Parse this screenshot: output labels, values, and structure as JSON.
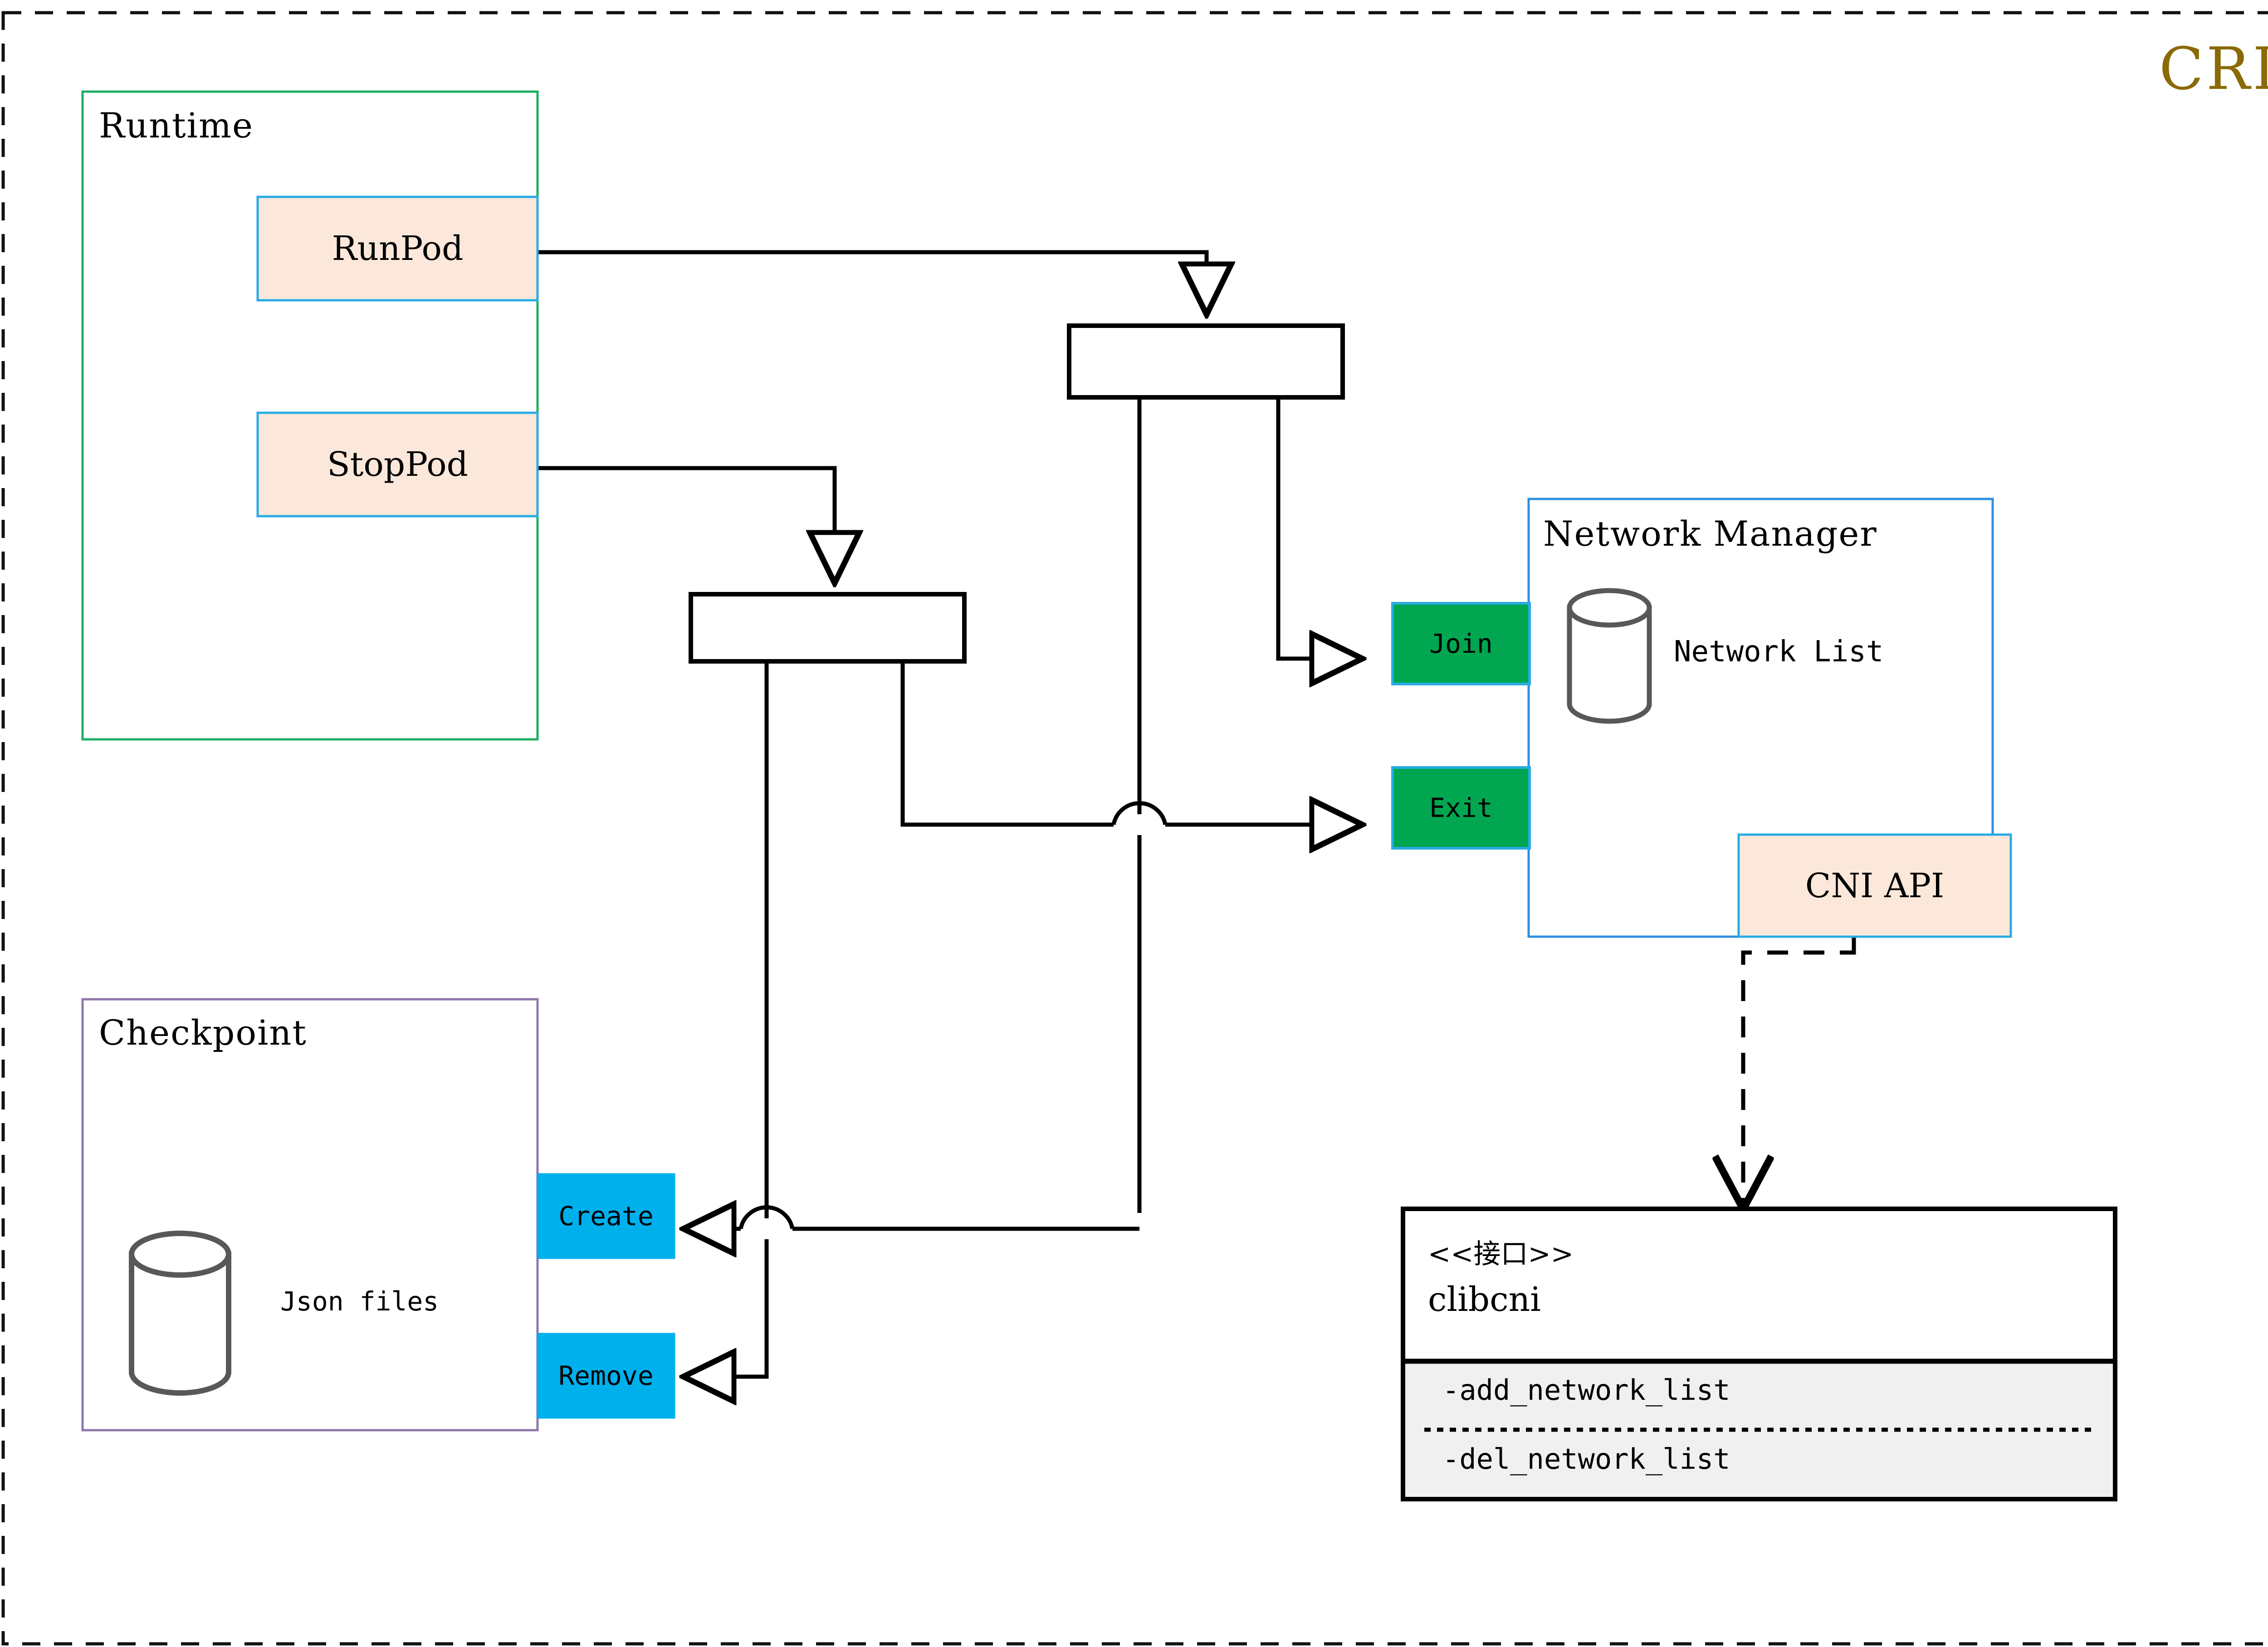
{
  "diagram": {
    "title": "CRI",
    "title_color": "#8a6a07",
    "page_border": "dashed"
  },
  "groups": [
    {
      "id": "runtime",
      "label": "Runtime",
      "border_color": "#1eae63",
      "fill": "#ffffff"
    },
    {
      "id": "checkpoint",
      "label": "Checkpoint",
      "border_color": "#8d76ab",
      "fill": "#ffffff",
      "store_label": "Json files"
    },
    {
      "id": "network-manager",
      "label": "Network Manager",
      "border_color": "#2e8fe0",
      "fill": "#ffffff",
      "store_label": "Network List"
    }
  ],
  "nodes": [
    {
      "id": "runpod",
      "label": "RunPod",
      "fill": "#fce8da",
      "border": "#29abe2",
      "text_color": "#000000"
    },
    {
      "id": "stoppod",
      "label": "StopPod",
      "fill": "#fce8da",
      "border": "#29abe2",
      "text_color": "#000000"
    },
    {
      "id": "join",
      "label": "Join",
      "fill": "#00a650",
      "border": "#29abe2",
      "text_color": "#000000"
    },
    {
      "id": "exit",
      "label": "Exit",
      "fill": "#00a650",
      "border": "#29abe2",
      "text_color": "#000000"
    },
    {
      "id": "create",
      "label": "Create",
      "fill": "#00b0ed",
      "border": "#00b0ed",
      "text_color": "#000000"
    },
    {
      "id": "remove",
      "label": "Remove",
      "fill": "#00b0ed",
      "border": "#00b0ed",
      "text_color": "#000000"
    },
    {
      "id": "cni-api",
      "label": "CNI API",
      "fill": "#fce8da",
      "border": "#29abe2",
      "text_color": "#000000"
    }
  ],
  "fork_bars": [
    {
      "id": "fork-bar-top",
      "label": ""
    },
    {
      "id": "fork-bar-bottom",
      "label": ""
    }
  ],
  "interface": {
    "stereotype": "<<接口>>",
    "name": "clibcni",
    "methods": [
      "-add_network_list",
      "-del_network_list"
    ],
    "methods_fill": "#f0f0f0",
    "border_color": "#000000"
  },
  "datastores": [
    {
      "id": "checkpoint-store",
      "label": "Json files",
      "stroke": "#585858"
    },
    {
      "id": "network-manager-store",
      "label": "Network List",
      "stroke": "#585858"
    }
  ]
}
